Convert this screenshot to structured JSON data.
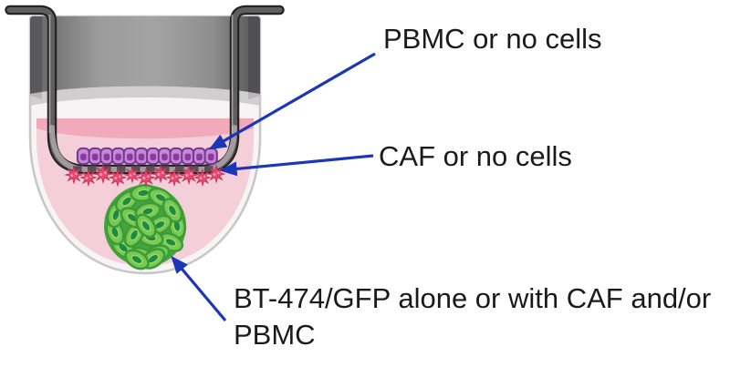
{
  "labels": {
    "pbmc": "PBMC or no cells",
    "caf": "CAF or no cells",
    "tumor_line1": "BT-474/GFP alone or with CAF and/or",
    "tumor_line2": "PBMC"
  },
  "colors": {
    "arrow": "#1c36b8",
    "text": "#1a1a1a",
    "medium_pink": "#f4cfda",
    "meniscus_pink": "#f0aaba",
    "pbmc_cell": "#c78ad2",
    "pbmc_nucleus": "#8a3aa5",
    "caf_cell": "#e84a6f",
    "tumor_cell": "#79ca52",
    "tumor_nucleus": "#1d8b41",
    "insert_tube_dark": "#5f5f5f",
    "insert_tube_bottom": "#a29a9e",
    "well_rim_gray": "#9c9c9c",
    "membrane_dash": "#565054"
  }
}
